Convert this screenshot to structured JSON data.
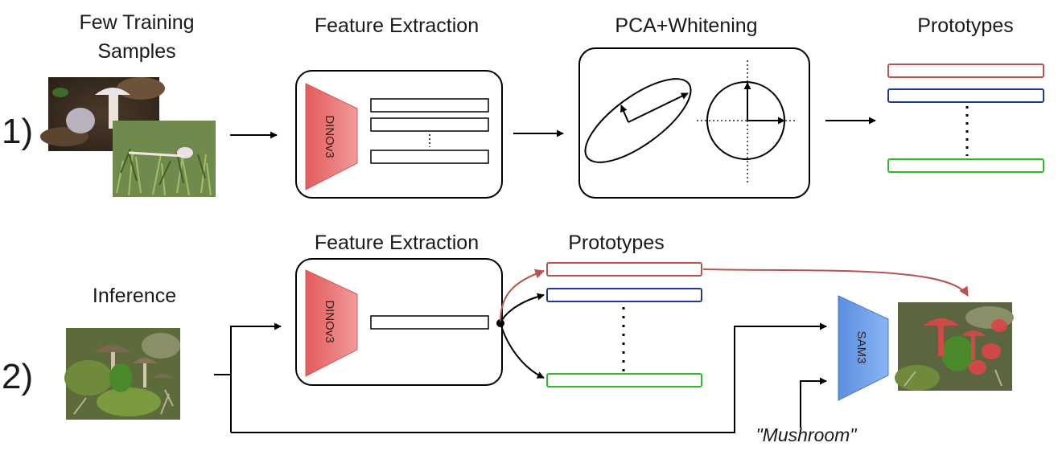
{
  "step1": {
    "number": "1)",
    "samples_label_line1": "Few Training",
    "samples_label_line2": "Samples",
    "feature_extraction_label": "Feature Extraction",
    "pca_label": "PCA+Whitening",
    "prototypes_label": "Prototypes",
    "encoder_label": "DINOv3"
  },
  "step2": {
    "number": "2)",
    "inference_label": "Inference",
    "feature_extraction_label": "Feature Extraction",
    "prototypes_label": "Prototypes",
    "encoder_label": "DINOv3",
    "segmenter_label": "SAM3",
    "prompt_text": "\"Mushroom\""
  },
  "colors": {
    "encoder_fill": "#e06666",
    "segmenter_fill": "#6d9eeb",
    "prototype_red": "#b85450",
    "prototype_blue": "#1f3a93",
    "prototype_green": "#2eb82e"
  }
}
